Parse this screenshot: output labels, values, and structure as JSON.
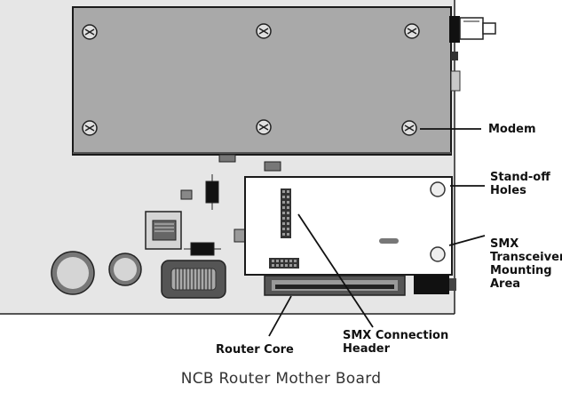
{
  "labels": {
    "modem": "Modem",
    "standoff": "Stand-off\nHoles",
    "smx_area": "SMX\nTransceiver\nMounting\nArea",
    "router_core": "Router Core",
    "smx_header": "SMX Connection\nHeader"
  },
  "caption": "NCB Router Mother Board",
  "colors": {
    "board": "#e6e6e6",
    "modem_plate": "#a9a9a9",
    "outline": "#1a1a1a",
    "component": "#6a6a6a"
  }
}
